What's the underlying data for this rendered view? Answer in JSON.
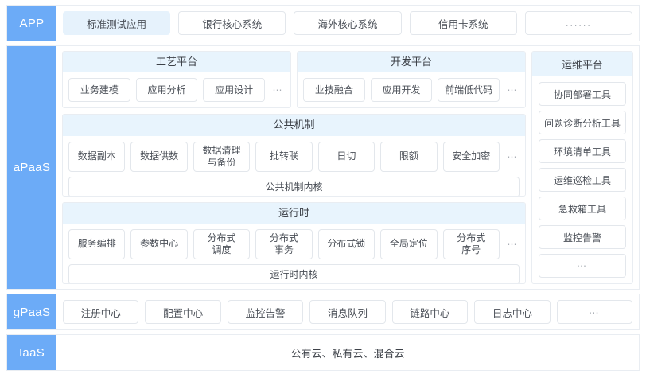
{
  "app_tier": {
    "label": "APP",
    "items": [
      {
        "text": "标准测试应用",
        "selected": true
      },
      {
        "text": "银行核心系统",
        "selected": false
      },
      {
        "text": "海外核心系统",
        "selected": false
      },
      {
        "text": "信用卡系统",
        "selected": false
      },
      {
        "text": "......",
        "selected": false,
        "muted": true
      }
    ]
  },
  "apaas_tier": {
    "label": "aPaaS",
    "craft_platform": {
      "title": "工艺平台",
      "items": [
        "业务建模",
        "应用分析",
        "应用设计"
      ],
      "ellipsis": "⋯"
    },
    "dev_platform": {
      "title": "开发平台",
      "items": [
        "业技融合",
        "应用开发",
        "前端低代码"
      ],
      "ellipsis": "⋯"
    },
    "common_mechanism": {
      "title": "公共机制",
      "items": [
        "数据副本",
        "数据供数",
        "数据清理\n与备份",
        "批转联",
        "日切",
        "限额",
        "安全加密"
      ],
      "ellipsis": "⋯",
      "kernel": "公共机制内核"
    },
    "runtime": {
      "title": "运行时",
      "items": [
        "服务编排",
        "参数中心",
        "分布式\n调度",
        "分布式\n事务",
        "分布式锁",
        "全局定位",
        "分布式\n序号"
      ],
      "ellipsis": "⋯",
      "kernel": "运行时内核"
    },
    "ops_platform": {
      "title": "运维平台",
      "items": [
        {
          "text": "协同部署工具"
        },
        {
          "text": "问题诊断分析工具"
        },
        {
          "text": "环境清单工具"
        },
        {
          "text": "运维巡检工具"
        },
        {
          "text": "急救箱工具"
        },
        {
          "text": "监控告警"
        },
        {
          "text": "⋯",
          "muted": true
        }
      ]
    }
  },
  "gpaas_tier": {
    "label": "gPaaS",
    "items": [
      {
        "text": "注册中心"
      },
      {
        "text": "配置中心"
      },
      {
        "text": "监控告警"
      },
      {
        "text": "消息队列"
      },
      {
        "text": "链路中心"
      },
      {
        "text": "日志中心"
      },
      {
        "text": "⋯",
        "muted": true
      }
    ]
  },
  "iaas_tier": {
    "label": "IaaS",
    "text": "公有云、私有云、混合云"
  },
  "colors": {
    "tier_label_blue": "#6cabf7",
    "panel_header_blue": "#e8f4fd",
    "selected_chip": "#e6f2fc",
    "border": "#e3e7ec",
    "text": "#4a4f57"
  }
}
